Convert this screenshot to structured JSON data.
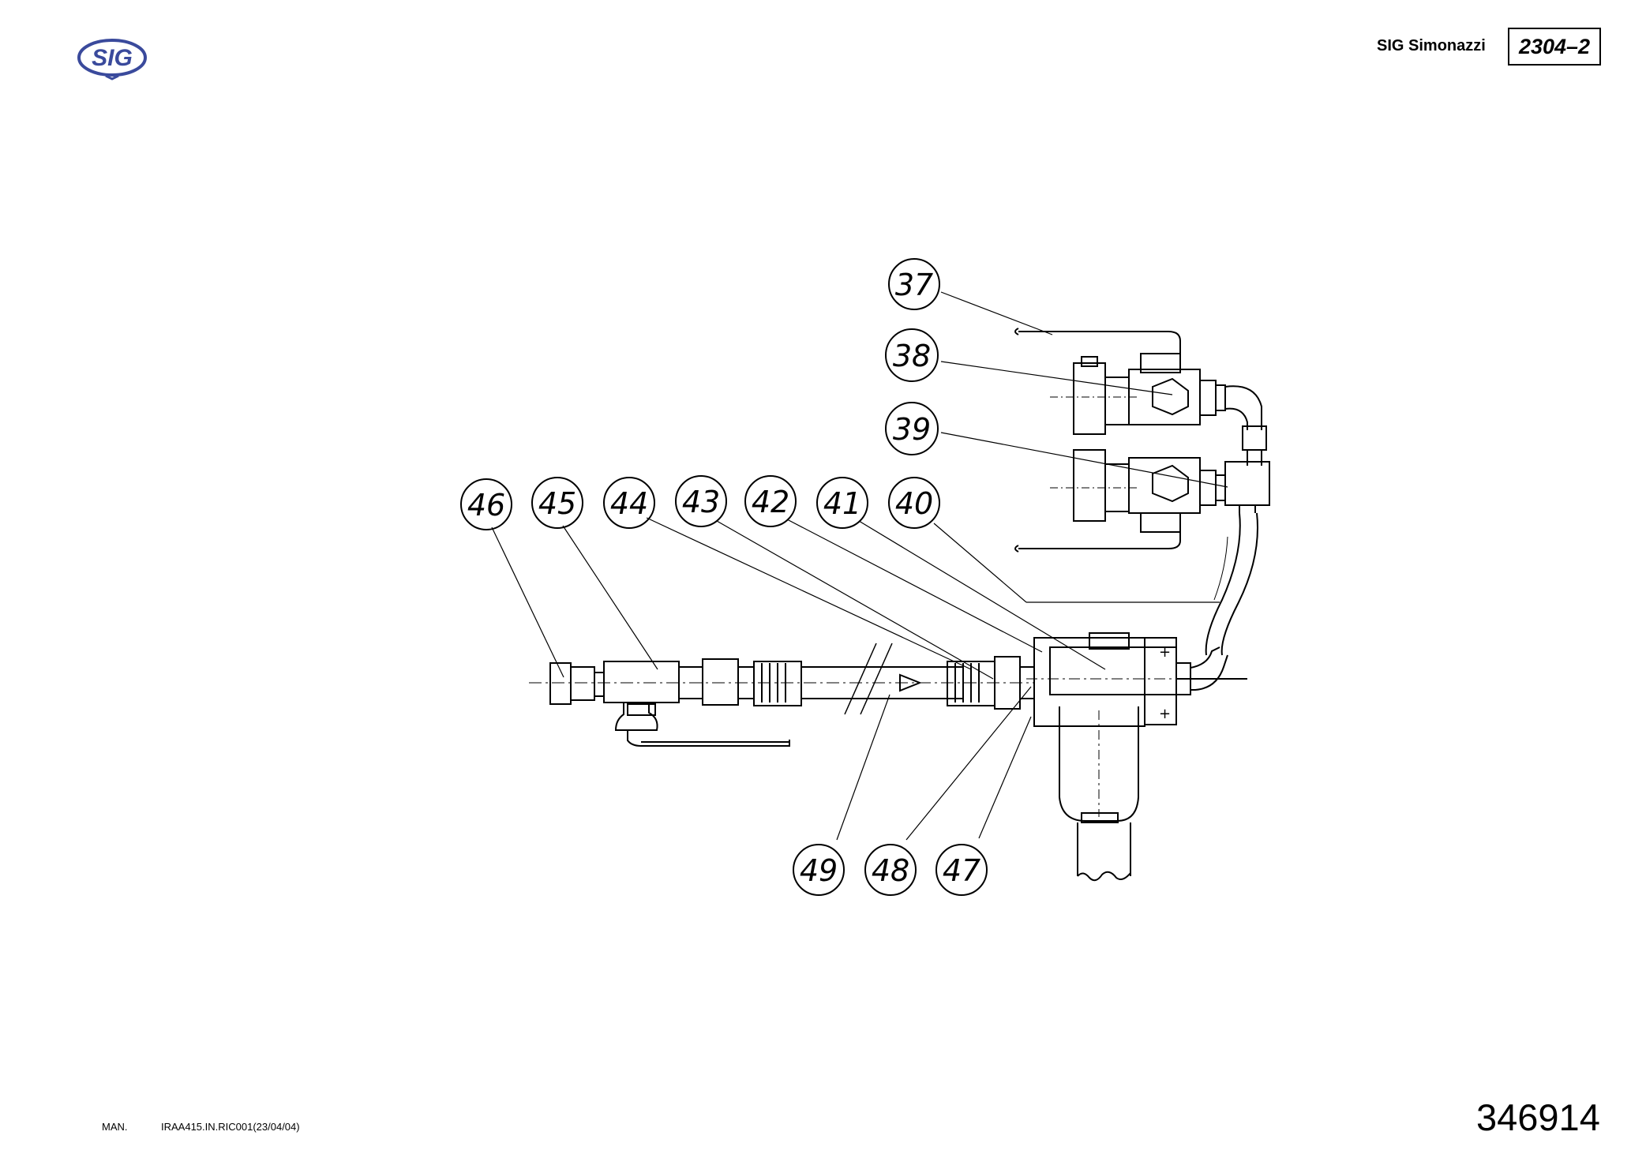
{
  "header": {
    "logo_text": "SIG",
    "company": "SIG Simonazzi",
    "doc_number": "2304–2"
  },
  "callouts": [
    {
      "id": "c37",
      "label": "37"
    },
    {
      "id": "c38",
      "label": "38"
    },
    {
      "id": "c39",
      "label": "39"
    },
    {
      "id": "c40",
      "label": "40"
    },
    {
      "id": "c41",
      "label": "41"
    },
    {
      "id": "c42",
      "label": "42"
    },
    {
      "id": "c43",
      "label": "43"
    },
    {
      "id": "c44",
      "label": "44"
    },
    {
      "id": "c45",
      "label": "45"
    },
    {
      "id": "c46",
      "label": "46"
    },
    {
      "id": "c47",
      "label": "47"
    },
    {
      "id": "c48",
      "label": "48"
    },
    {
      "id": "c49",
      "label": "49"
    }
  ],
  "footer": {
    "man_label": "MAN.",
    "doc_code": "IRAA415.IN.RIC001(23/04/04)",
    "page_number": "346914"
  },
  "colors": {
    "logo": "#3a4a9c",
    "ink": "#000000"
  }
}
